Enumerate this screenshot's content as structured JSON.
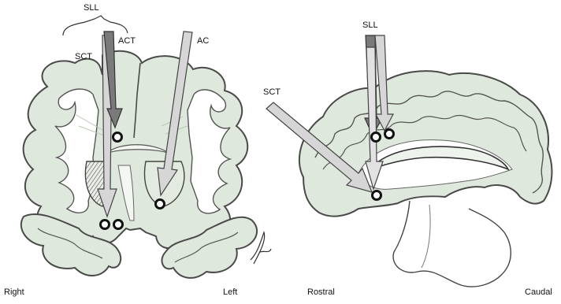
{
  "left_panel": {
    "labels": {
      "sll": "SLL",
      "sct": "SCT",
      "act": "ACT",
      "ac": "AC"
    },
    "orientation": {
      "left_side": "Right",
      "right_side": "Left"
    }
  },
  "right_panel": {
    "labels": {
      "sll": "SLL",
      "sct": "SCT"
    },
    "orientation": {
      "left_side": "Rostral",
      "right_side": "Caudal"
    }
  },
  "colors": {
    "brain_outline": "#4a4a4a",
    "brain_fill": "#dfe8dc",
    "white_matter": "#ffffff",
    "arrow_light": "#d6d6d6",
    "arrow_dark": "#7a7a7a",
    "target_ring": "#111111"
  }
}
